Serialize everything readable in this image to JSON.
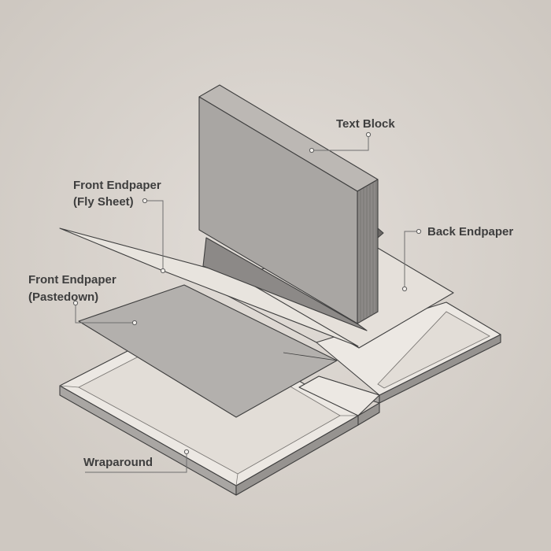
{
  "diagram": {
    "labels": {
      "text_block": "Text Block",
      "front_endpaper_fly_line1": "Front Endpaper",
      "front_endpaper_fly_line2": "(Fly Sheet)",
      "back_endpaper": "Back Endpaper",
      "front_endpaper_paste_line1": "Front Endpaper",
      "front_endpaper_paste_line2": "(Pastedown)",
      "wraparound": "Wraparound"
    },
    "colors": {
      "background": "#d6d0ca",
      "board_face": "#ece8e3",
      "paper": "#e2ddd7",
      "text_block_front": "#a9a6a3",
      "text_block_pages": "#8c8987",
      "pastedown": "#b3b0ad",
      "outline": "#3e3e3e"
    }
  }
}
